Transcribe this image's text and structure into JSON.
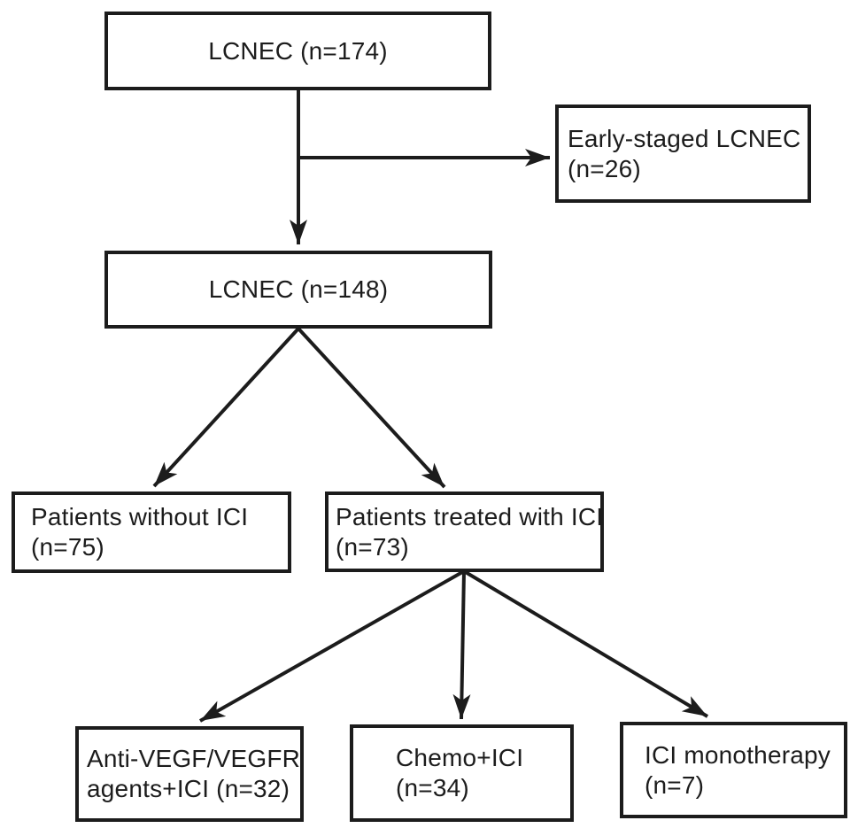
{
  "colors": {
    "ink": "#1c1c1c",
    "background": "#ffffff"
  },
  "boxes": {
    "lcnec_total": {
      "label": "LCNEC (n=174)"
    },
    "early_staged": {
      "line1": "Early-staged LCNEC",
      "line2": "(n=26)"
    },
    "lcnec_advanced": {
      "label": "LCNEC (n=148)"
    },
    "without_ici": {
      "line1": "Patients without ICI",
      "line2": "(n=75)"
    },
    "with_ici": {
      "line1": "Patients treated with ICI",
      "line2": "(n=73)"
    },
    "anti_vegf_ici": {
      "line1": "Anti-VEGF/VEGFR",
      "line2": "agents+ICI (n=32)"
    },
    "chemo_ici": {
      "line1": "Chemo+ICI",
      "line2": "(n=34)"
    },
    "ici_mono": {
      "line1": "ICI monotherapy",
      "line2": "(n=7)"
    }
  }
}
